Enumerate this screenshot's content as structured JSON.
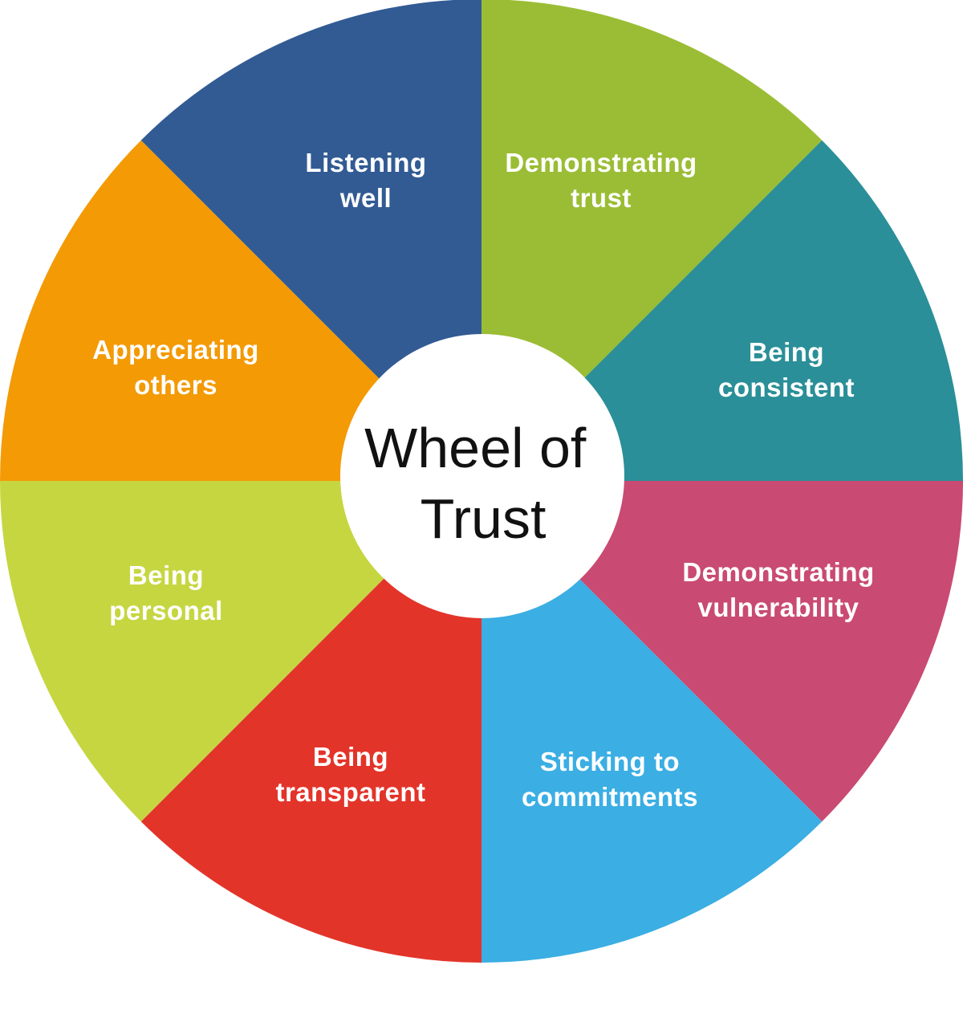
{
  "center": {
    "line1": "Wheel of",
    "line2": "Trust"
  },
  "segments": [
    {
      "line1": "Demonstrating",
      "line2": "trust",
      "color": "#9bbd35"
    },
    {
      "line1": "Being",
      "line2": "consistent",
      "color": "#2a8f98"
    },
    {
      "line1": "Demonstrating",
      "line2": "vulnerability",
      "color": "#c94a72"
    },
    {
      "line1": "Sticking to",
      "line2": "commitments",
      "color": "#3baee3"
    },
    {
      "line1": "Being",
      "line2": "transparent",
      "color": "#e3342a"
    },
    {
      "line1": "Being",
      "line2": "personal",
      "color": "#c6d641"
    },
    {
      "line1": "Appreciating",
      "line2": "others",
      "color": "#f39a05"
    },
    {
      "line1": "Listening",
      "line2": "well",
      "color": "#325b94"
    }
  ]
}
